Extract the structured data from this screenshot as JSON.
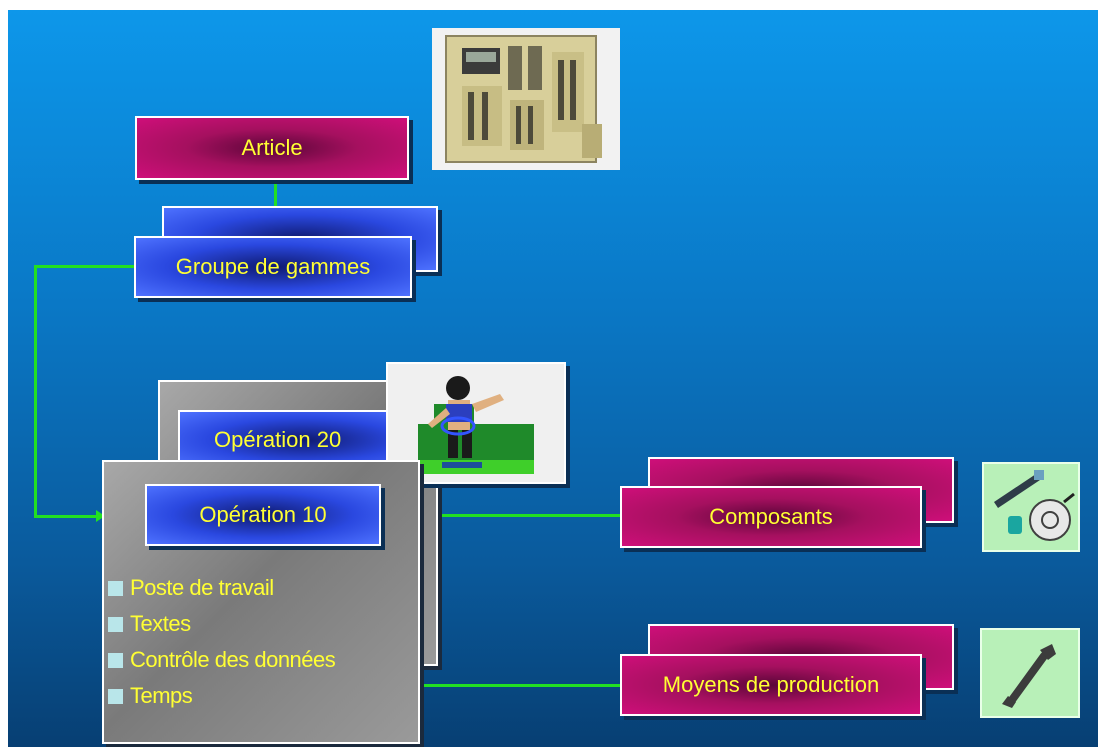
{
  "boxes": {
    "article": "Article",
    "groupe": "Groupe de gammes",
    "operation20": "Opération 20",
    "operation10": "Opération 10",
    "composants": "Composants",
    "moyens": "Moyens de production"
  },
  "operation_items": [
    "Poste de travail",
    "Textes",
    "Contrôle des données",
    "Temps"
  ],
  "icons": {
    "plc": "plc-hardware-icon",
    "worker": "worker-icon",
    "components": "components-icon",
    "wrench": "wrench-icon"
  },
  "colors": {
    "background_top": "#0d97ea",
    "background_bottom": "#073f73",
    "magenta": "#cf0f7a",
    "blue": "#4e72ff",
    "text": "#ffff33",
    "connector": "#22e022"
  }
}
